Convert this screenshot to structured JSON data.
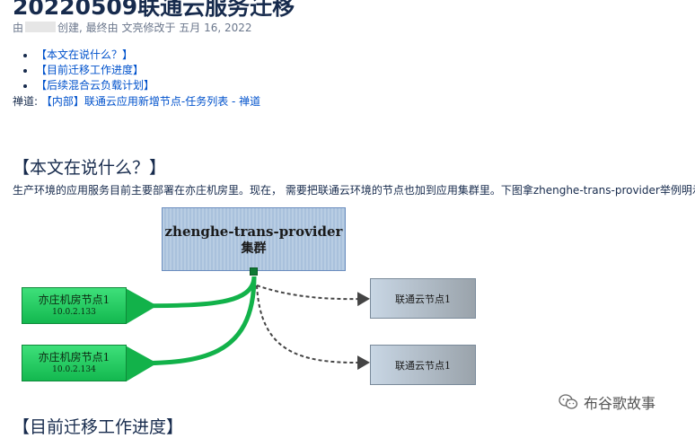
{
  "page": {
    "title": "20220509联通云服务迁移",
    "byline_prefix": "由",
    "byline_suffix": "创建, 最终由 文亮修改于 五月 16, 2022"
  },
  "toc": [
    "【本文在说什么？】",
    "【目前迁移工作进度】",
    "【后续混合云负载计划】"
  ],
  "related": {
    "label": "禅道:",
    "link": "【内部】联通云应用新增节点-任务列表 - 禅道"
  },
  "section1": {
    "heading": "【本文在说什么？】",
    "paragraph": "生产环境的应用服务目前主要部署在亦庄机房里。现在， 需要把联通云环境的节点也加到应用集群里。下图拿zhenghe-trans-provider举例明示。"
  },
  "diagram": {
    "cluster_line1": "zhenghe-trans-provider",
    "cluster_line2": "集群",
    "nodes": [
      {
        "name": "亦庄机房节点1",
        "ip": "10.0.2.133"
      },
      {
        "name": "亦庄机房节点1",
        "ip": "10.0.2.134"
      }
    ],
    "cloud_nodes": [
      "联通云节点1",
      "联通云节点1"
    ],
    "colors": {
      "green_edge": "#12b24a",
      "dashed_edge": "#444444"
    }
  },
  "section2": {
    "heading": "【目前迁移工作进度】"
  },
  "watermark": {
    "text": "布谷歌故事",
    "icon": "wechat-icon"
  }
}
